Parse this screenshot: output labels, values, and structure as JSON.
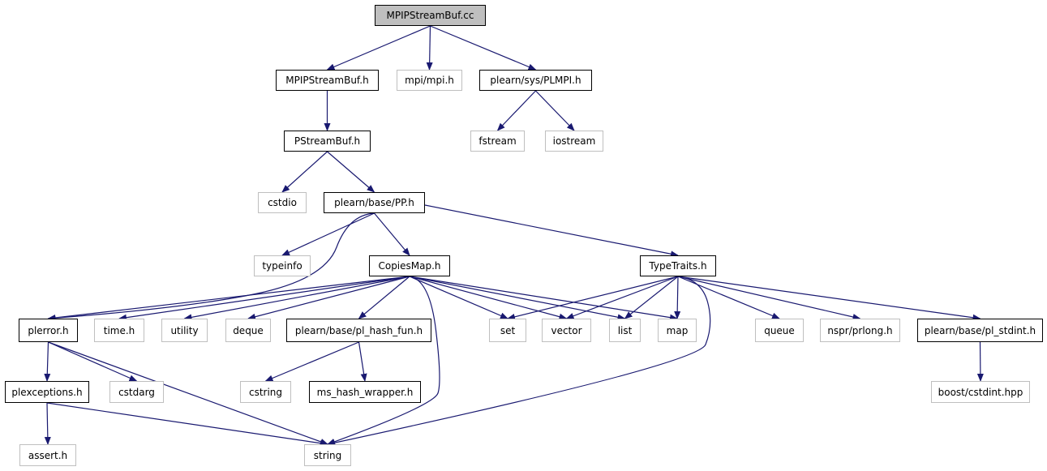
{
  "diagram": {
    "nodes": {
      "mpipstreambuf_cc": {
        "label": "MPIPStreamBuf.cc",
        "kind": "root"
      },
      "mpipstreambuf_h": {
        "label": "MPIPStreamBuf.h",
        "kind": "internal"
      },
      "mpi_h": {
        "label": "mpi/mpi.h",
        "kind": "external"
      },
      "plmpi_h": {
        "label": "plearn/sys/PLMPI.h",
        "kind": "internal"
      },
      "fstream": {
        "label": "fstream",
        "kind": "external"
      },
      "iostream": {
        "label": "iostream",
        "kind": "external"
      },
      "pstreambuf_h": {
        "label": "PStreamBuf.h",
        "kind": "internal"
      },
      "cstdio": {
        "label": "cstdio",
        "kind": "external"
      },
      "pp_h": {
        "label": "plearn/base/PP.h",
        "kind": "internal"
      },
      "typeinfo": {
        "label": "typeinfo",
        "kind": "external"
      },
      "copiesmap_h": {
        "label": "CopiesMap.h",
        "kind": "internal"
      },
      "typetraits_h": {
        "label": "TypeTraits.h",
        "kind": "internal"
      },
      "plerror_h": {
        "label": "plerror.h",
        "kind": "internal"
      },
      "time_h": {
        "label": "time.h",
        "kind": "external"
      },
      "utility": {
        "label": "utility",
        "kind": "external"
      },
      "deque": {
        "label": "deque",
        "kind": "external"
      },
      "pl_hash_fun_h": {
        "label": "plearn/base/pl_hash_fun.h",
        "kind": "internal"
      },
      "set": {
        "label": "set",
        "kind": "external"
      },
      "vector": {
        "label": "vector",
        "kind": "external"
      },
      "list": {
        "label": "list",
        "kind": "external"
      },
      "map": {
        "label": "map",
        "kind": "external"
      },
      "queue": {
        "label": "queue",
        "kind": "external"
      },
      "prlong_h": {
        "label": "nspr/prlong.h",
        "kind": "external"
      },
      "pl_stdint_h": {
        "label": "plearn/base/pl_stdint.h",
        "kind": "internal"
      },
      "plexceptions_h": {
        "label": "plexceptions.h",
        "kind": "internal"
      },
      "cstdarg": {
        "label": "cstdarg",
        "kind": "external"
      },
      "cstring": {
        "label": "cstring",
        "kind": "external"
      },
      "ms_hash_wrapper_h": {
        "label": "ms_hash_wrapper.h",
        "kind": "internal"
      },
      "cstdint_hpp": {
        "label": "boost/cstdint.hpp",
        "kind": "external"
      },
      "assert_h": {
        "label": "assert.h",
        "kind": "external"
      },
      "string": {
        "label": "string",
        "kind": "external"
      }
    },
    "edges": [
      [
        "mpipstreambuf_cc",
        "mpipstreambuf_h"
      ],
      [
        "mpipstreambuf_cc",
        "mpi_h"
      ],
      [
        "mpipstreambuf_cc",
        "plmpi_h"
      ],
      [
        "plmpi_h",
        "fstream"
      ],
      [
        "plmpi_h",
        "iostream"
      ],
      [
        "mpipstreambuf_h",
        "pstreambuf_h"
      ],
      [
        "pstreambuf_h",
        "cstdio"
      ],
      [
        "pstreambuf_h",
        "pp_h"
      ],
      [
        "pp_h",
        "typeinfo"
      ],
      [
        "pp_h",
        "copiesmap_h"
      ],
      [
        "pp_h",
        "typetraits_h"
      ],
      [
        "pp_h",
        "plerror_h"
      ],
      [
        "copiesmap_h",
        "plerror_h"
      ],
      [
        "copiesmap_h",
        "time_h"
      ],
      [
        "copiesmap_h",
        "utility"
      ],
      [
        "copiesmap_h",
        "deque"
      ],
      [
        "copiesmap_h",
        "pl_hash_fun_h"
      ],
      [
        "copiesmap_h",
        "set"
      ],
      [
        "copiesmap_h",
        "vector"
      ],
      [
        "copiesmap_h",
        "list"
      ],
      [
        "copiesmap_h",
        "map"
      ],
      [
        "copiesmap_h",
        "string"
      ],
      [
        "typetraits_h",
        "set"
      ],
      [
        "typetraits_h",
        "vector"
      ],
      [
        "typetraits_h",
        "list"
      ],
      [
        "typetraits_h",
        "map"
      ],
      [
        "typetraits_h",
        "queue"
      ],
      [
        "typetraits_h",
        "prlong_h"
      ],
      [
        "typetraits_h",
        "pl_stdint_h"
      ],
      [
        "typetraits_h",
        "string"
      ],
      [
        "plerror_h",
        "plexceptions_h"
      ],
      [
        "plerror_h",
        "cstdarg"
      ],
      [
        "plerror_h",
        "string"
      ],
      [
        "plexceptions_h",
        "assert_h"
      ],
      [
        "plexceptions_h",
        "string"
      ],
      [
        "pl_hash_fun_h",
        "cstring"
      ],
      [
        "pl_hash_fun_h",
        "ms_hash_wrapper_h"
      ],
      [
        "pl_stdint_h",
        "cstdint_hpp"
      ]
    ],
    "colors": {
      "edge": "#191970",
      "internal_border": "#000000",
      "external_border": "#bfbfbf",
      "root_fill": "#bfbfbf"
    }
  }
}
